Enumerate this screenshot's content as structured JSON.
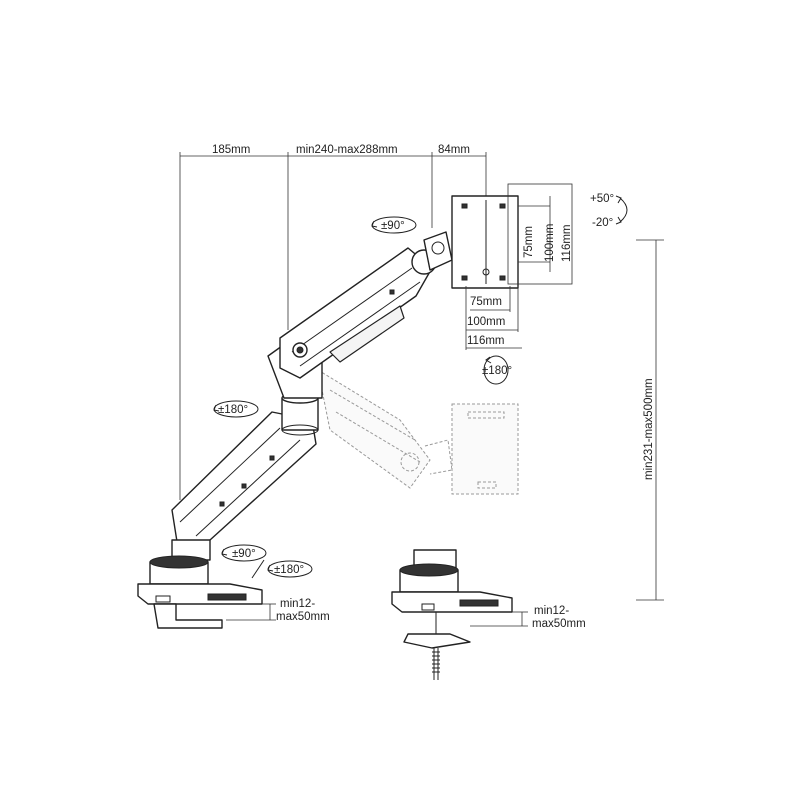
{
  "dimensions": {
    "arm_reach_base": "185mm",
    "arm_reach_mid": "min240-max288mm",
    "arm_reach_head": "84mm",
    "vesa_h_75": "75mm",
    "vesa_h_100": "100mm",
    "vesa_h_116": "116mm",
    "vesa_w_75": "75mm",
    "vesa_w_100": "100mm",
    "vesa_w_116": "116mm",
    "height_range": "min231-max500mm",
    "clamp_left_line1": "min12-",
    "clamp_left_line2": "max50mm",
    "clamp_right_line1": "min12-",
    "clamp_right_line2": "max50mm"
  },
  "rotations": {
    "head_rotate": "±90°",
    "tilt_up": "+50°",
    "tilt_down": "-20°",
    "swivel_plate": "±180°",
    "elbow_swivel": "±180°",
    "base_rotate": "±90°",
    "base_swivel": "±180°"
  }
}
